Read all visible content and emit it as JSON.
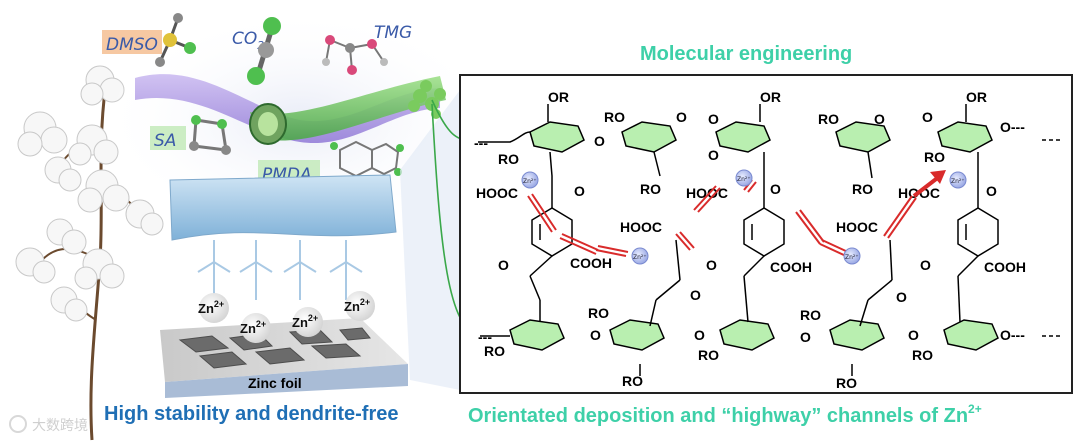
{
  "panel": {
    "molecular_title": "Molecular engineering",
    "bottom_left": "High stability and dendrite-free",
    "bottom_right": "Orientated deposition and “highway” channels of Zn",
    "bottom_right_sup": "2+"
  },
  "solvents": {
    "dmso": "DMSO",
    "co2": "CO",
    "co2_sub": "2",
    "tmg": "TMG",
    "sa": "SA",
    "pmda": "PMDA"
  },
  "zinc": {
    "foil": "Zinc foil",
    "ion": "Zn",
    "ion_sup": "2+",
    "ion_small": "Zn²⁺"
  },
  "chem": {
    "or": "OR",
    "ro": "RO",
    "o": "O",
    "cooh": "COOH",
    "hooc": "HOOC",
    "dash_o": "O---",
    "dash_left": "---"
  },
  "watermark": "大数跨境",
  "colors": {
    "accent_green": "#3ed0a8",
    "accent_blue": "#1f6fb5",
    "ring_fill": "#b9efb0",
    "channel_red": "#d92b2b",
    "zn_ion": "#aab6e8"
  }
}
